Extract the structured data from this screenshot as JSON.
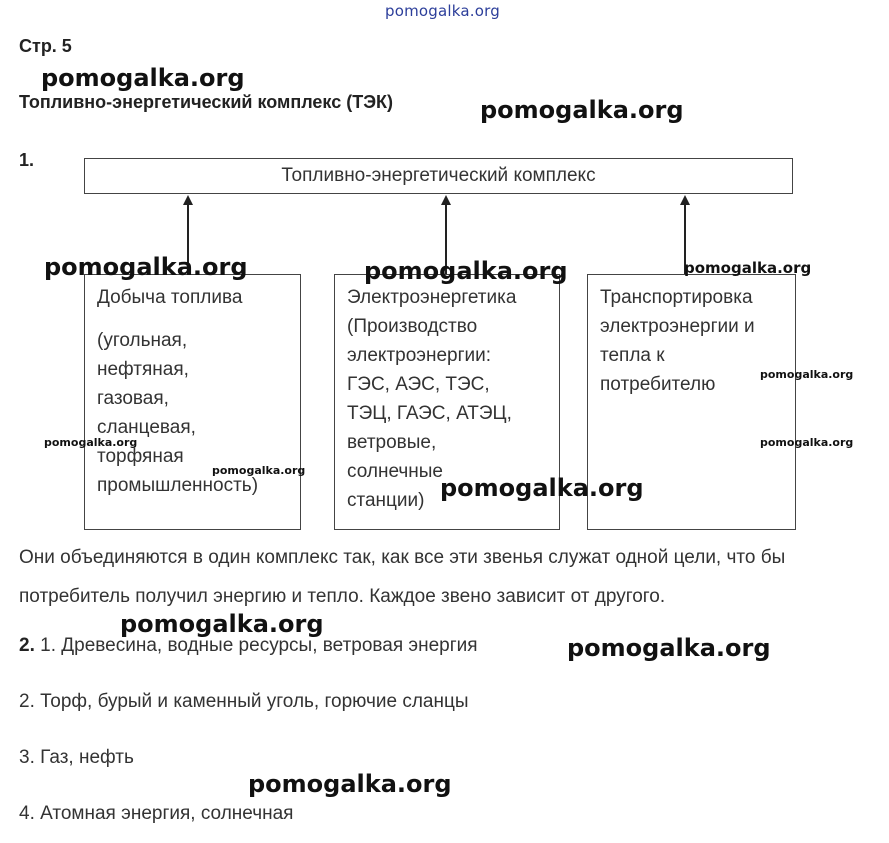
{
  "watermark": "pomogalka.org",
  "page_label": "Стр. 5",
  "title": "Топливно-энергетический комплекс (ТЭК)",
  "task1": {
    "number": "1.",
    "top_box": "Топливно-энергетический комплекс",
    "boxes": [
      {
        "heading": "Добыча топлива",
        "details": [
          "(угольная,",
          "нефтяная,",
          "газовая,",
          "сланцевая,",
          "торфяная",
          "промышленность)"
        ]
      },
      {
        "heading": "Электроэнергетика",
        "details": [
          "(Производство",
          "электроэнергии:",
          "ГЭС, АЭС, ТЭС,",
          "ТЭЦ, ГАЭС, АТЭЦ,",
          "ветровые,",
          "солнечные",
          "станции)"
        ]
      },
      {
        "heading": "Транспортировка",
        "details": [
          "электроэнергии и",
          "тепла к",
          "потребителю"
        ]
      }
    ],
    "explanation": "Они объединяются в один комплекс так, как все эти звенья служат одной цели, что бы потребитель получил энергию и тепло. Каждое звено зависит от другого."
  },
  "task2": {
    "number": "2.",
    "items": [
      "1. Древесина, водные ресурсы, ветровая энергия",
      "2. Торф, бурый и каменный уголь, горючие сланцы",
      "3. Газ, нефть",
      "4. Атомная энергия, солнечная"
    ]
  }
}
